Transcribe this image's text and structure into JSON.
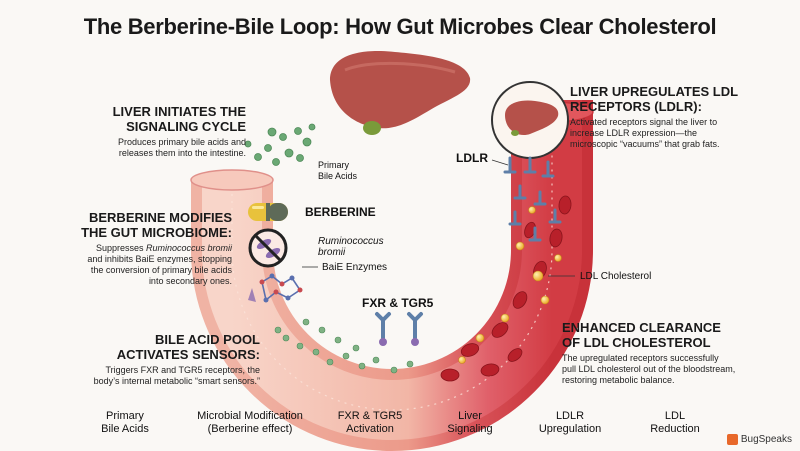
{
  "title": "The Berberine-Bile Loop: How Gut Microbes Clear Cholesterol",
  "blocks": {
    "liver_initiates": {
      "heading_1": "LIVER INITIATES THE",
      "heading_2": "SIGNALING CYCLE",
      "body_1": "Produces primary bile acids and",
      "body_2": "releases them into the intestine."
    },
    "berberine_modifies": {
      "heading_1": "BERBERINE MODIFIES",
      "heading_2": "THE GUT MICROBIOME:",
      "body_1a": "Suppresses ",
      "body_1b": "Ruminococcus bromii",
      "body_2": "and inhibits BaiE enzymes, stopping",
      "body_3": "the conversion of primary bile acids",
      "body_4": "into secondary ones."
    },
    "bile_pool": {
      "heading_1": "BILE ACID POOL",
      "heading_2": "ACTIVATES SENSORS:",
      "body_1": "Triggers FXR and TGR5 receptors, the",
      "body_2": "body’s internal metabolic “smart sensors.”"
    },
    "liver_upregulates": {
      "heading_1": "LIVER UPREGULATES LDL",
      "heading_2": "RECEPTORS (LDLR):",
      "body_1": "Activated receptors signal the liver to",
      "body_2": "increase LDLR expression—the",
      "body_3": "microscopic “vacuums” that grab fats."
    },
    "enhanced_clearance": {
      "heading_1": "ENHANCED CLEARANCE",
      "heading_2": "OF LDL CHOLESTEROL",
      "body_1": "The upregulated receptors successfully",
      "body_2": "pull LDL cholesterol out of the bloodstream,",
      "body_3": "restoring metabolic balance."
    }
  },
  "labels": {
    "primary_bile_acids_1": "Primary",
    "primary_bile_acids_2": "Bile Acids",
    "berberine": "BERBERINE",
    "ruminococcus_1": "Ruminococcus",
    "ruminococcus_2": "bromii",
    "baie": "BaiE Enzymes",
    "fxr_tgr5": "FXR & TGR5",
    "ldlr": "LDLR",
    "ldl_cholesterol": "LDL Cholesterol"
  },
  "steps": [
    {
      "line1": "Primary",
      "line2": "Bile Acids"
    },
    {
      "line1": "Microbial Modification",
      "line2": "(Berberine effect)"
    },
    {
      "line1": "FXR & TGR5",
      "line2": "Activation"
    },
    {
      "line1": "Liver",
      "line2": "Signaling"
    },
    {
      "line1": "LDLR",
      "line2": "Upregulation"
    },
    {
      "line1": "LDL",
      "line2": "Reduction"
    }
  ],
  "brand": "BugSpeaks",
  "colors": {
    "gut_wall": "#e89a8a",
    "gut_inner": "#f4c2b4",
    "blood": "#d9323a",
    "liver": "#b5514a",
    "gallbladder": "#7a9a3a",
    "bile_acid": "#6aa874",
    "receptor": "#5e7fa8",
    "ldl": "#f2b632",
    "capsule_yellow": "#e8c23c",
    "brand": "#e8682a"
  },
  "icons": [
    "liver-icon",
    "magnifier-icon",
    "capsule-icon",
    "no-bacteria-icon",
    "receptor-icon",
    "ldl-particle-icon",
    "red-blood-cell-icon"
  ]
}
